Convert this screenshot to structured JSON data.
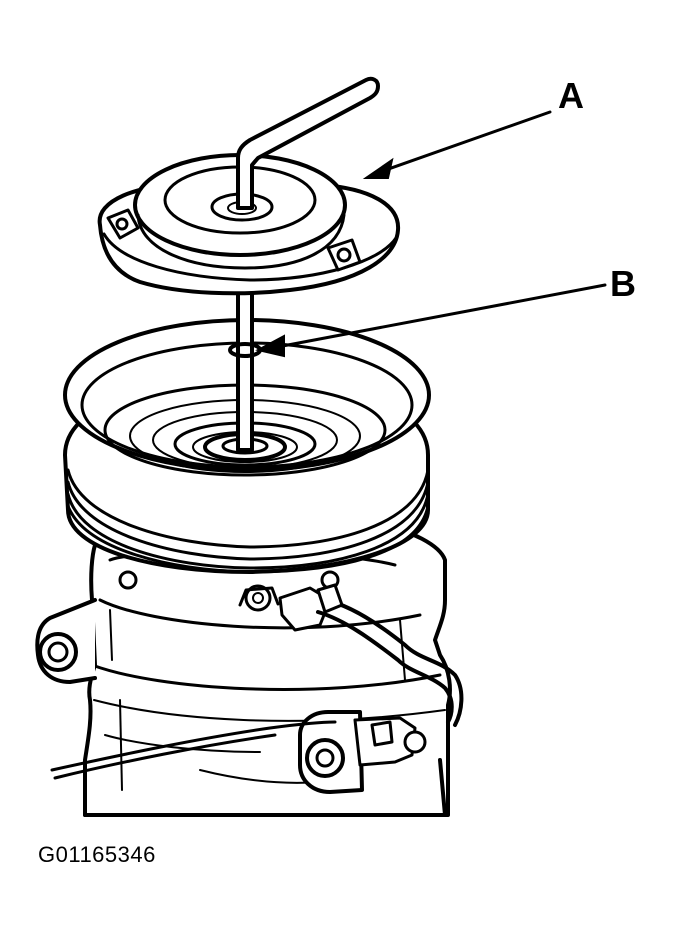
{
  "callouts": {
    "a": {
      "letter": "A",
      "part": "clutch-plate"
    },
    "b": {
      "letter": "B",
      "part": "shim"
    }
  },
  "figure_id": "G01165346",
  "colors": {
    "ink": "#000000",
    "paper": "#ffffff"
  }
}
